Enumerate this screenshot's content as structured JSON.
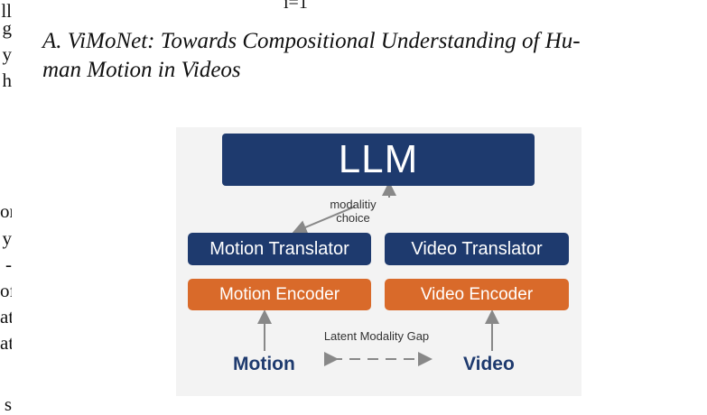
{
  "left_fragments": [
    "ll",
    "g",
    "y",
    "h",
    "or",
    "y",
    "-",
    "of",
    "at",
    "at",
    "s"
  ],
  "formula_index": "i=1",
  "section": {
    "title_line1": "A. ViMoNet: Towards Compositional Understanding of Hu-",
    "title_line2": "man Motion in Videos"
  },
  "figure": {
    "llm": "LLM",
    "choice_label_1": "modalitiy",
    "choice_label_2": "choice",
    "motion_translator": "Motion Translator",
    "video_translator": "Video Translator",
    "motion_encoder": "Motion Encoder",
    "video_encoder": "Video Encoder",
    "gap_label": "Latent Modality Gap",
    "motion": "Motion",
    "video": "Video",
    "colors": {
      "navy": "#1e3a6e",
      "orange": "#d96a2a",
      "arrow": "#888888",
      "panel": "#f3f3f3"
    }
  }
}
